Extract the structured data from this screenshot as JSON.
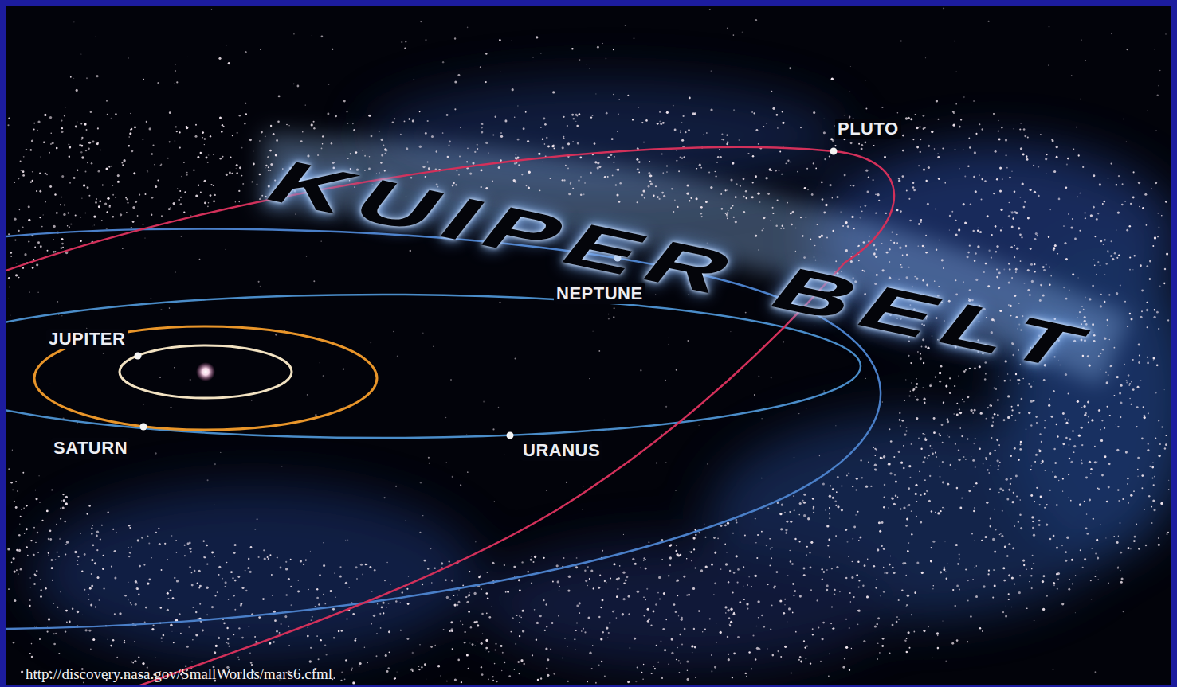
{
  "diagram": {
    "labels": [
      "KUIPER BELT",
      "PLUTO",
      "NEPTUNE",
      "JUPITER",
      "SATURN",
      "URANUS",
      "http://discovery.nasa.gov/SmallWorlds/mars6.cfml"
    ]
  }
}
